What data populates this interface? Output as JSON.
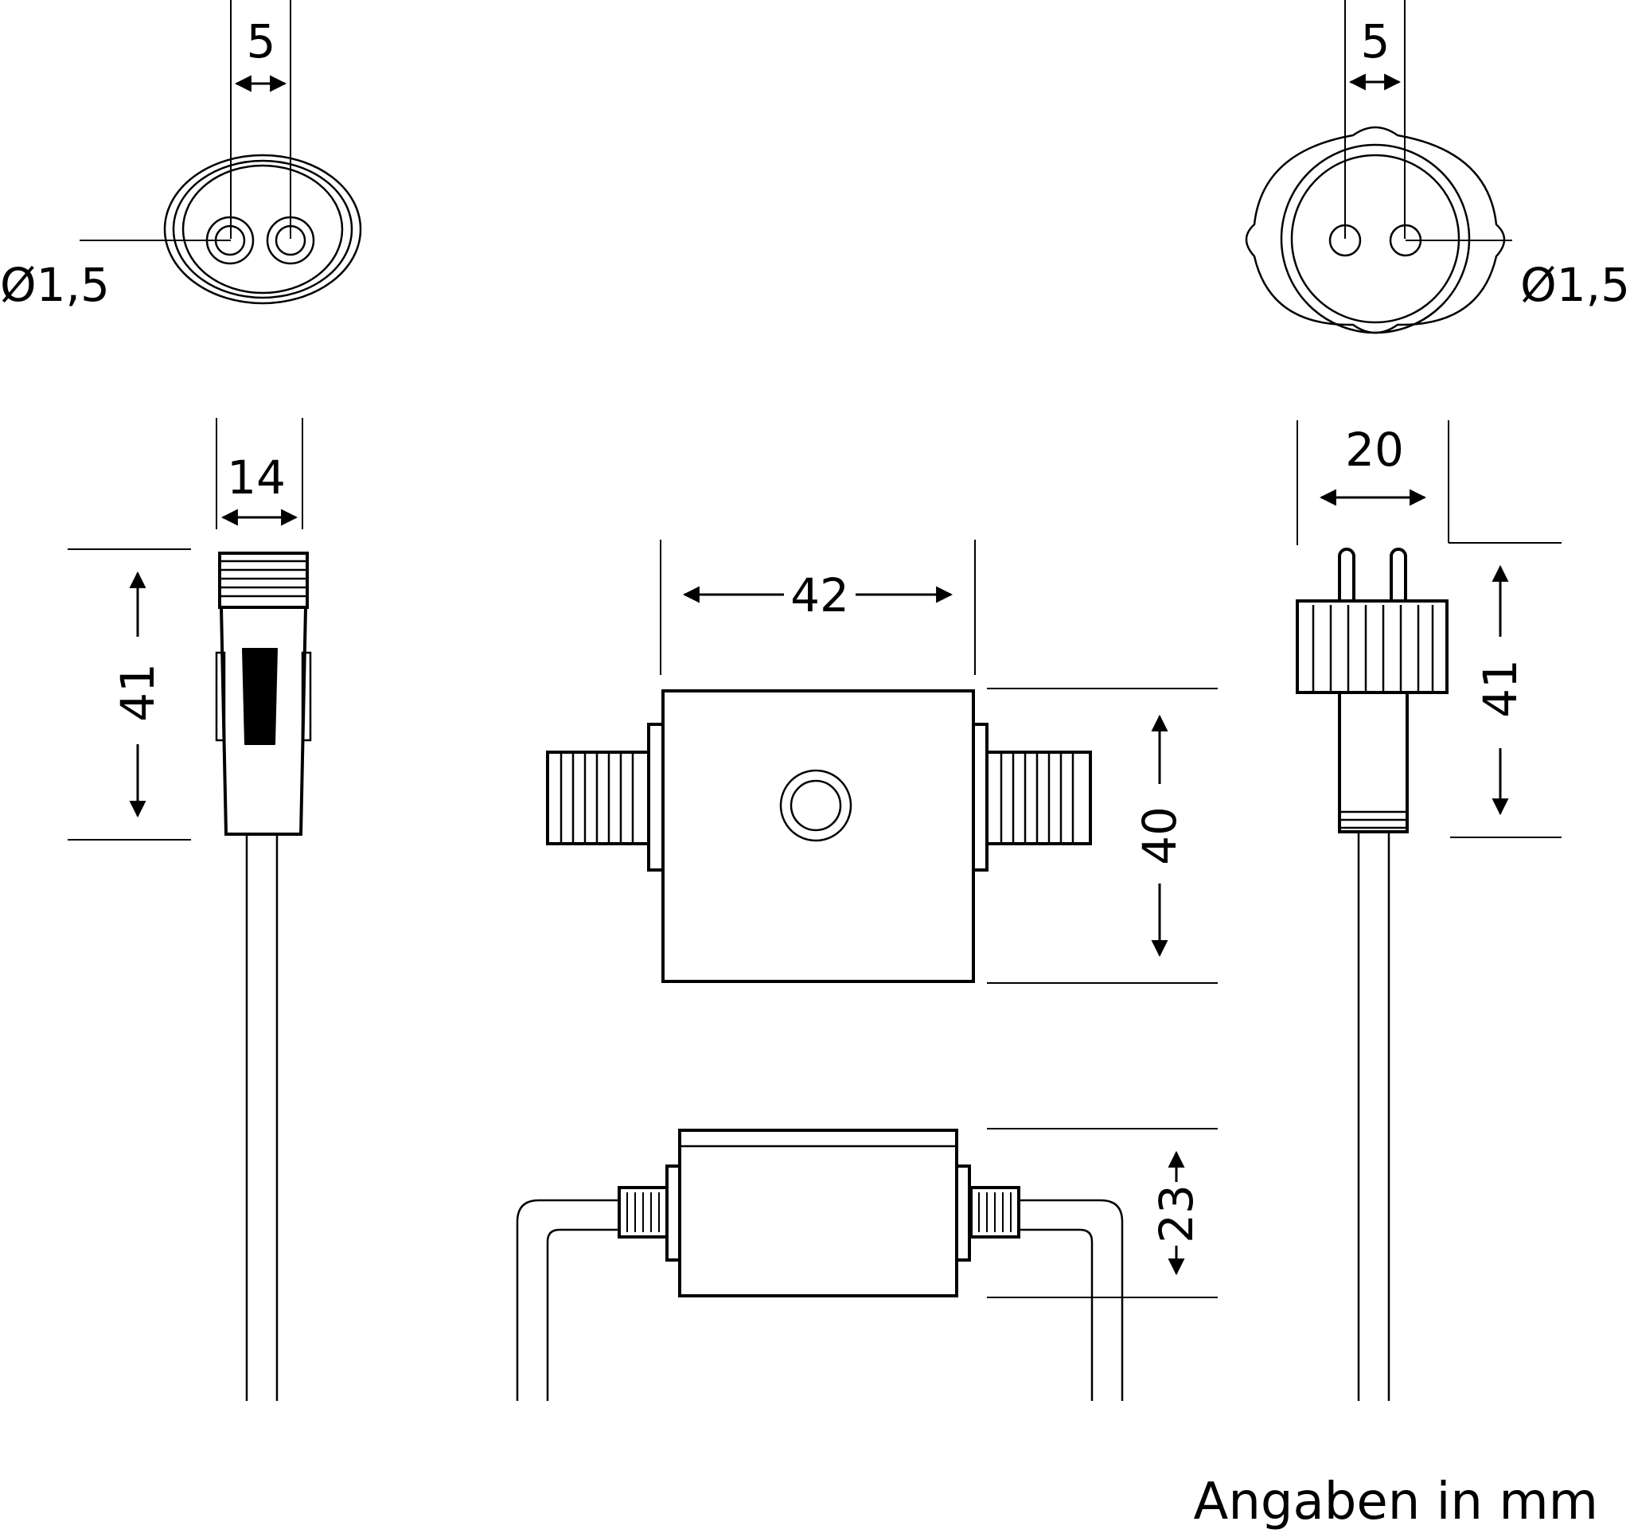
{
  "dimensions": {
    "pin_spacing_left": "5",
    "pin_spacing_right": "5",
    "pin_diameter_left": "Ø1,5",
    "pin_diameter_right": "Ø1,5",
    "connector_width_left": "14",
    "connector_length_left": "41",
    "box_width": "42",
    "box_height": "40",
    "plug_width_right": "20",
    "plug_length_right": "41",
    "box_depth": "23"
  },
  "footer": {
    "units_note": "Angaben in mm"
  }
}
